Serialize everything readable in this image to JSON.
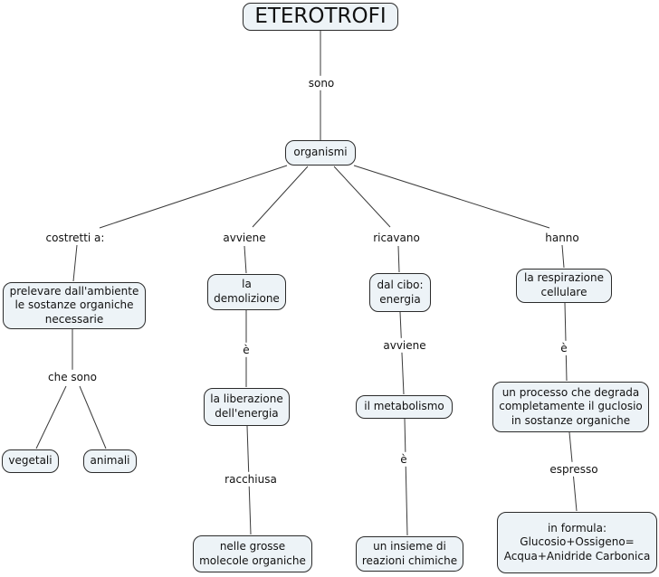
{
  "diagram": {
    "type": "concept-map",
    "language": "it",
    "colors": {
      "background": "#ffffff",
      "node_fill": "#edf3f7",
      "node_border": "#2b2b2b",
      "line": "#3a3a3a",
      "text": "#111111"
    },
    "nodes": {
      "eterotrofi": "ETEROTROFI",
      "organismi": "organismi",
      "prelevare": "prelevare dall'ambiente\nle sostanze organiche\nnecessarie",
      "vegetali": "vegetali",
      "animali": "animali",
      "demolizione": "la\ndemolizione",
      "liberazione": "la liberazione\ndell'energia",
      "molecole": "nelle grosse\nmolecole organiche",
      "cibo": "dal cibo:\nenergia",
      "metabolismo": "il metabolismo",
      "reazioni": "un insieme di\nreazioni chimiche",
      "respirazione": "la respirazione\ncellulare",
      "processo": "un processo che degrada\ncompletamente il guclosio\nin sostanze organiche",
      "formula": "in formula:\nGlucosio+Ossigeno=\nAcqua+Anidride Carbonica"
    },
    "links": {
      "sono": "sono",
      "costretti": "costretti a:",
      "che_sono": "che sono",
      "avviene1": "avviene",
      "e1": "è",
      "racchiusa": "racchiusa",
      "ricavano": "ricavano",
      "avviene2": "avviene",
      "e2": "è",
      "hanno": "hanno",
      "e3": "è",
      "espresso": "espresso"
    }
  }
}
